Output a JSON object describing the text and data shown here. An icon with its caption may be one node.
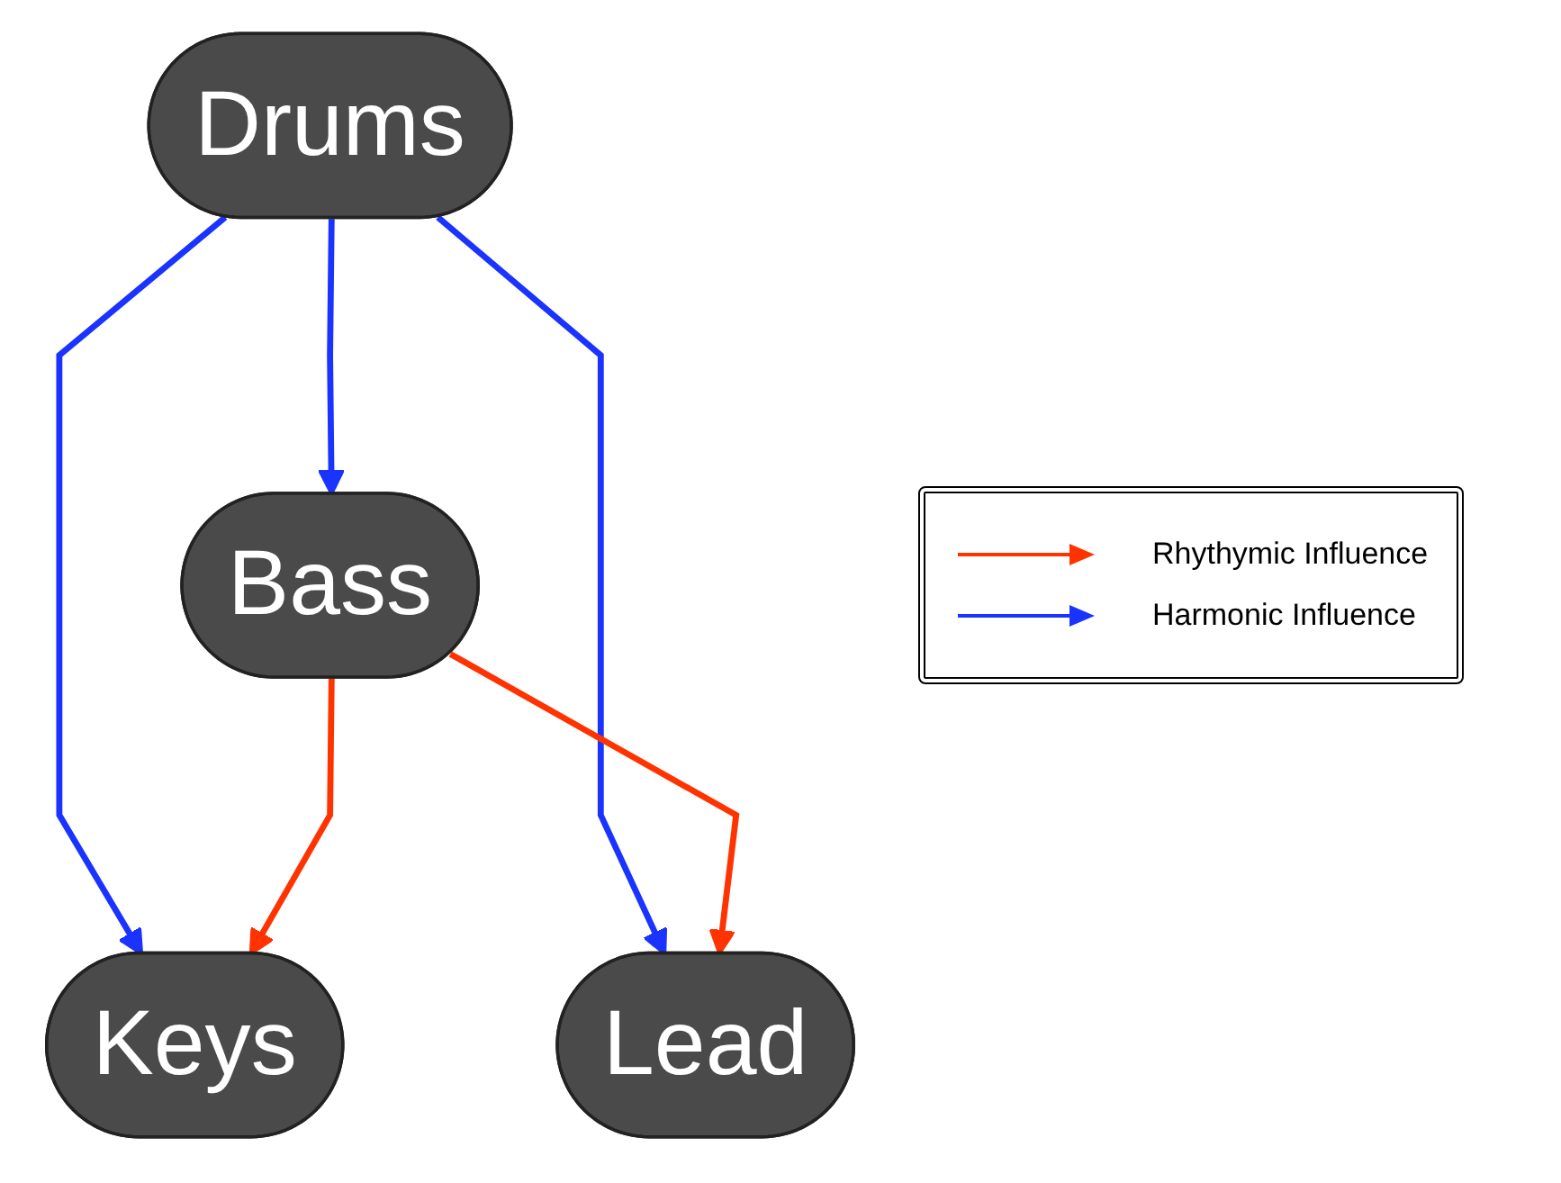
{
  "diagram": {
    "nodes": [
      {
        "text": [
          "Drums"
        ]
      },
      {
        "text": [
          "Bass"
        ]
      },
      {
        "text": [
          "Keys"
        ]
      },
      {
        "text": [
          "Lead"
        ]
      }
    ],
    "edges": [
      {
        "from": 0,
        "to": 1,
        "arrow": "to",
        "color": "#1a33ff"
      },
      {
        "from": 0,
        "to": 2,
        "arrow": "to",
        "color": "#1a33ff"
      },
      {
        "from": 0,
        "to": 3,
        "arrow": "to",
        "color": "#1a33ff"
      },
      {
        "from": 1,
        "to": 2,
        "arrow": "to",
        "color": "#ff3300"
      },
      {
        "from": 1,
        "to": 3,
        "arrow": "to",
        "color": "#ff3300"
      }
    ],
    "legend": [
      {
        "text": "Rhythymic Influence",
        "color": "#ff3300"
      },
      {
        "text": "Harmonic Influence",
        "color": "#1a33ff"
      }
    ]
  }
}
